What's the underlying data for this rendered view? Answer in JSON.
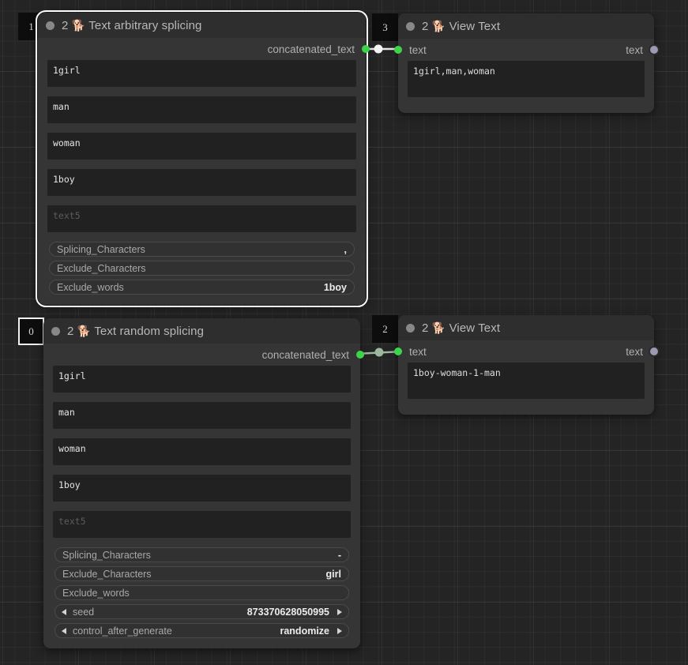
{
  "canvas": {
    "background": "#242424",
    "grid": "on"
  },
  "nodes": [
    {
      "id": "1",
      "badge_selected": false,
      "selected": true,
      "title_prefix": "2",
      "title_emoji": "🐕",
      "title": "Text arbitrary splicing",
      "outputs": [
        {
          "label": "concatenated_text",
          "color": "#3bd44a"
        }
      ],
      "inputs": [],
      "texts": [
        {
          "name": "text1",
          "value": "1girl",
          "placeholder": "text1"
        },
        {
          "name": "text2",
          "value": "man",
          "placeholder": "text2"
        },
        {
          "name": "text3",
          "value": "woman",
          "placeholder": "text3"
        },
        {
          "name": "text4",
          "value": "1boy",
          "placeholder": "text4"
        },
        {
          "name": "text5",
          "value": "",
          "placeholder": "text5"
        }
      ],
      "widgets": [
        {
          "type": "text",
          "label": "Splicing_Characters",
          "value": ","
        },
        {
          "type": "text",
          "label": "Exclude_Characters",
          "value": ""
        },
        {
          "type": "text",
          "label": "Exclude_words",
          "value": "1boy"
        }
      ]
    },
    {
      "id": "3",
      "badge_selected": false,
      "selected": false,
      "title_prefix": "2",
      "title_emoji": "🐕",
      "title": "View Text",
      "inputs": [
        {
          "label": "text",
          "color": "#3bd44a"
        }
      ],
      "outputs": [
        {
          "label": "text",
          "color": "#9a9ab0"
        }
      ],
      "display_text": "1girl,man,woman"
    },
    {
      "id": "0",
      "badge_selected": true,
      "selected": false,
      "title_prefix": "2",
      "title_emoji": "🐕",
      "title": "Text random splicing",
      "outputs": [
        {
          "label": "concatenated_text",
          "color": "#3bd44a"
        }
      ],
      "inputs": [],
      "texts": [
        {
          "name": "text1",
          "value": "1girl",
          "placeholder": "text1"
        },
        {
          "name": "text2",
          "value": "man",
          "placeholder": "text2"
        },
        {
          "name": "text3",
          "value": "woman",
          "placeholder": "text3"
        },
        {
          "name": "text4",
          "value": "1boy",
          "placeholder": "text4"
        },
        {
          "name": "text5",
          "value": "",
          "placeholder": "text5"
        }
      ],
      "widgets": [
        {
          "type": "text",
          "label": "Splicing_Characters",
          "value": "-"
        },
        {
          "type": "text",
          "label": "Exclude_Characters",
          "value": "girl"
        },
        {
          "type": "text",
          "label": "Exclude_words",
          "value": ""
        },
        {
          "type": "combo",
          "label": "seed",
          "value": "873370628050995"
        },
        {
          "type": "combo",
          "label": "control_after_generate",
          "value": "randomize"
        }
      ]
    },
    {
      "id": "2",
      "badge_selected": false,
      "selected": false,
      "title_prefix": "2",
      "title_emoji": "🐕",
      "title": "View Text",
      "inputs": [
        {
          "label": "text",
          "color": "#3bd44a"
        }
      ],
      "outputs": [
        {
          "label": "text",
          "color": "#9a9ab0"
        }
      ],
      "display_text": "1boy-woman-1-man"
    }
  ],
  "links": [
    {
      "from": "1.concatenated_text",
      "to": "3.text",
      "color": "#e8e8e8"
    },
    {
      "from": "0.concatenated_text",
      "to": "2.text",
      "color": "#9db99d"
    }
  ]
}
